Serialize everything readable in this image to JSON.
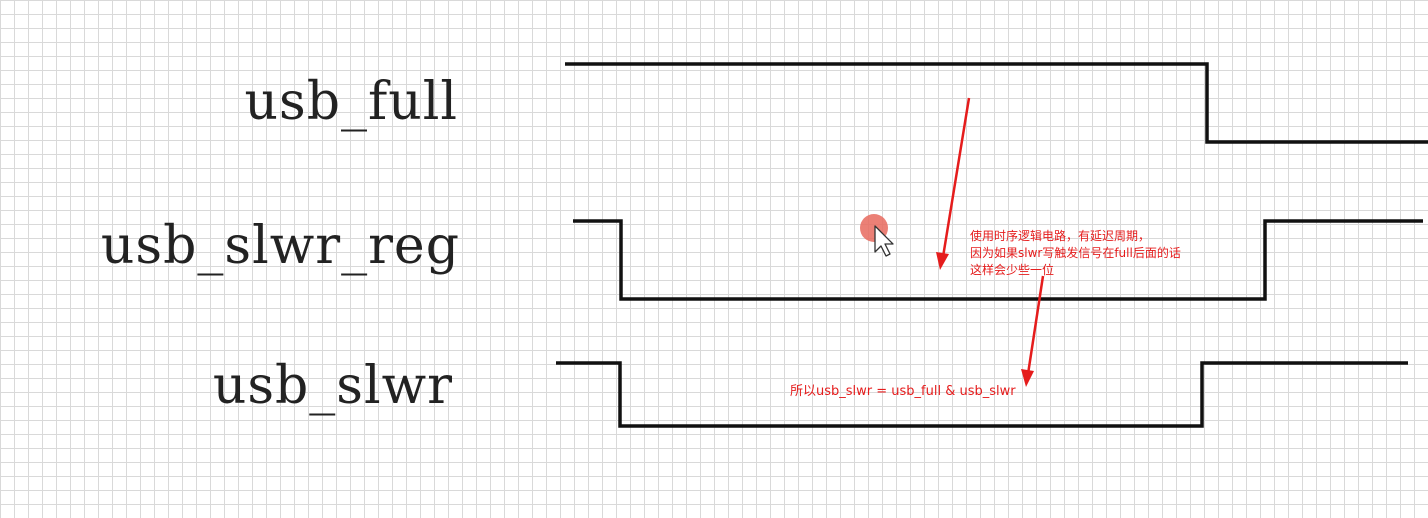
{
  "signals": [
    {
      "id": "usb_full",
      "label": "usb_full",
      "levels": [
        "high",
        "low"
      ]
    },
    {
      "id": "usb_slwr_reg",
      "label": "usb_slwr_reg",
      "levels": [
        "high",
        "low",
        "high"
      ]
    },
    {
      "id": "usb_slwr",
      "label": "usb_slwr",
      "levels": [
        "high",
        "low",
        "high"
      ]
    }
  ],
  "annotations": {
    "note_lines": [
      "使用时序逻辑电路，有延迟周期，",
      "因为如果slwr写触发信号在full后面的话",
      "这样会少些一位"
    ],
    "formula": "所以usb_slwr = usb_full & usb_slwr"
  },
  "colors": {
    "waveform": "#111111",
    "annotation": "#e51c1c",
    "cursor_highlight": "#e86a5e",
    "grid": "#d9d9d9"
  },
  "icons": {
    "cursor": "mouse-pointer-icon"
  }
}
